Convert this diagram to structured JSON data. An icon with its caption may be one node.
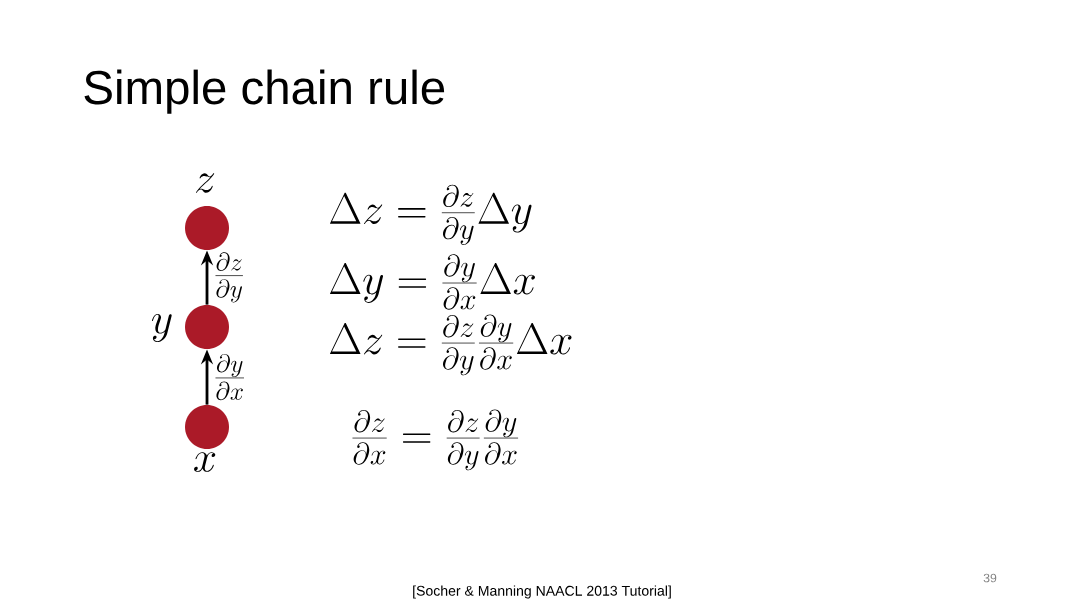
{
  "diagram": {
    "title": "Simple chain rule",
    "nodes": [
      {
        "text": [],
        "shape": "circle",
        "beside": [
          "z"
        ]
      },
      {
        "text": [],
        "shape": "circle",
        "beside": [
          "y"
        ]
      },
      {
        "text": [],
        "shape": "circle",
        "beside": [
          "x"
        ]
      }
    ],
    "edges": [
      {
        "from": 1,
        "to": 0,
        "arrow": "to",
        "label": "\\frac{\\partial z}{\\partial y}"
      },
      {
        "from": 2,
        "to": 1,
        "arrow": "to",
        "label": "\\frac{\\partial y}{\\partial x}"
      }
    ],
    "labels": [
      "\\Delta z = \\frac{\\partial z}{\\partial y}\\Delta y",
      "\\Delta y = \\frac{\\partial y}{\\partial x}\\Delta x",
      "\\Delta z = \\frac{\\partial z}{\\partial y}\\frac{\\partial y}{\\partial x}\\Delta x",
      "\\frac{\\partial z}{\\partial x} = \\frac{\\partial z}{\\partial y}\\frac{\\partial y}{\\partial x}",
      "[Socher & Manning NAACL 2013 Tutorial]",
      "39"
    ]
  }
}
